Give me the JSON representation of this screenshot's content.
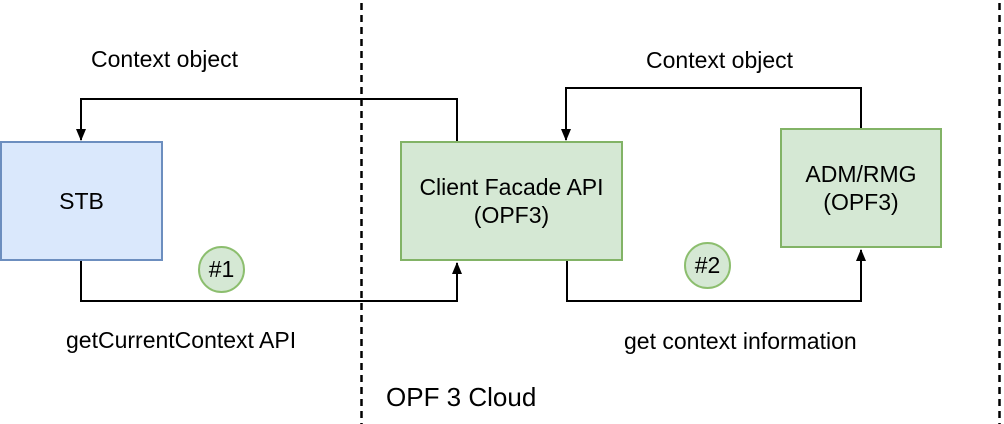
{
  "colors": {
    "blue_fill": "#dae8fc",
    "blue_stroke": "#6c8ebf",
    "green_fill": "#d5e8d4",
    "green_stroke": "#82b366",
    "badge_stroke": "#8cbe6e",
    "line": "#000000"
  },
  "nodes": {
    "stb": {
      "label": "STB"
    },
    "client_facade": {
      "line1": "Client Facade API",
      "line2": "(OPF3)"
    },
    "adm_rmg": {
      "line1": "ADM/RMG",
      "line2": "(OPF3)"
    }
  },
  "labels": {
    "context_object_left": "Context object",
    "context_object_right": "Context object",
    "get_current_context": "getCurrentContext API",
    "get_context_info": "get context information",
    "cloud": "OPF 3 Cloud"
  },
  "badges": {
    "step1": "#1",
    "step2": "#2"
  }
}
